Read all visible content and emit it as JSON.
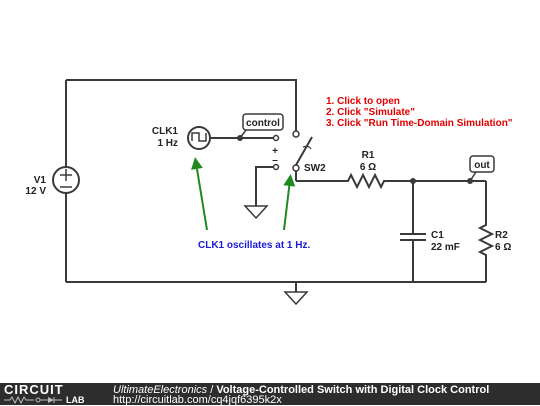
{
  "instructions": [
    "1. Click to open",
    "2. Click \"Simulate\"",
    "3. Click \"Run Time-Domain Simulation\""
  ],
  "colors": {
    "instructions": "#e00000",
    "annotation": "#1a1adc",
    "arrow": "#1f8a1f",
    "wire": "#3a3a3a"
  },
  "components": {
    "clk1": {
      "name": "CLK1",
      "value": "1 Hz"
    },
    "v1": {
      "name": "V1",
      "value": "12 V"
    },
    "sw2": {
      "name": "SW2",
      "plus": "+",
      "minus": "–"
    },
    "r1": {
      "name": "R1",
      "value": "6 Ω"
    },
    "c1": {
      "name": "C1",
      "value": "22 mF"
    },
    "r2": {
      "name": "R2",
      "value": "6 Ω"
    }
  },
  "tags": {
    "control": "control",
    "out": "out"
  },
  "annotation": "CLK1 oscillates at 1 Hz.",
  "footer": {
    "brand_top": "CIRCUIT",
    "brand_bottom": "LAB",
    "author": "UltimateElectronics",
    "separator": " / ",
    "title": "Voltage-Controlled Switch with Digital Clock Control",
    "url": "http://circuitlab.com/cq4jqf6395k2x"
  }
}
